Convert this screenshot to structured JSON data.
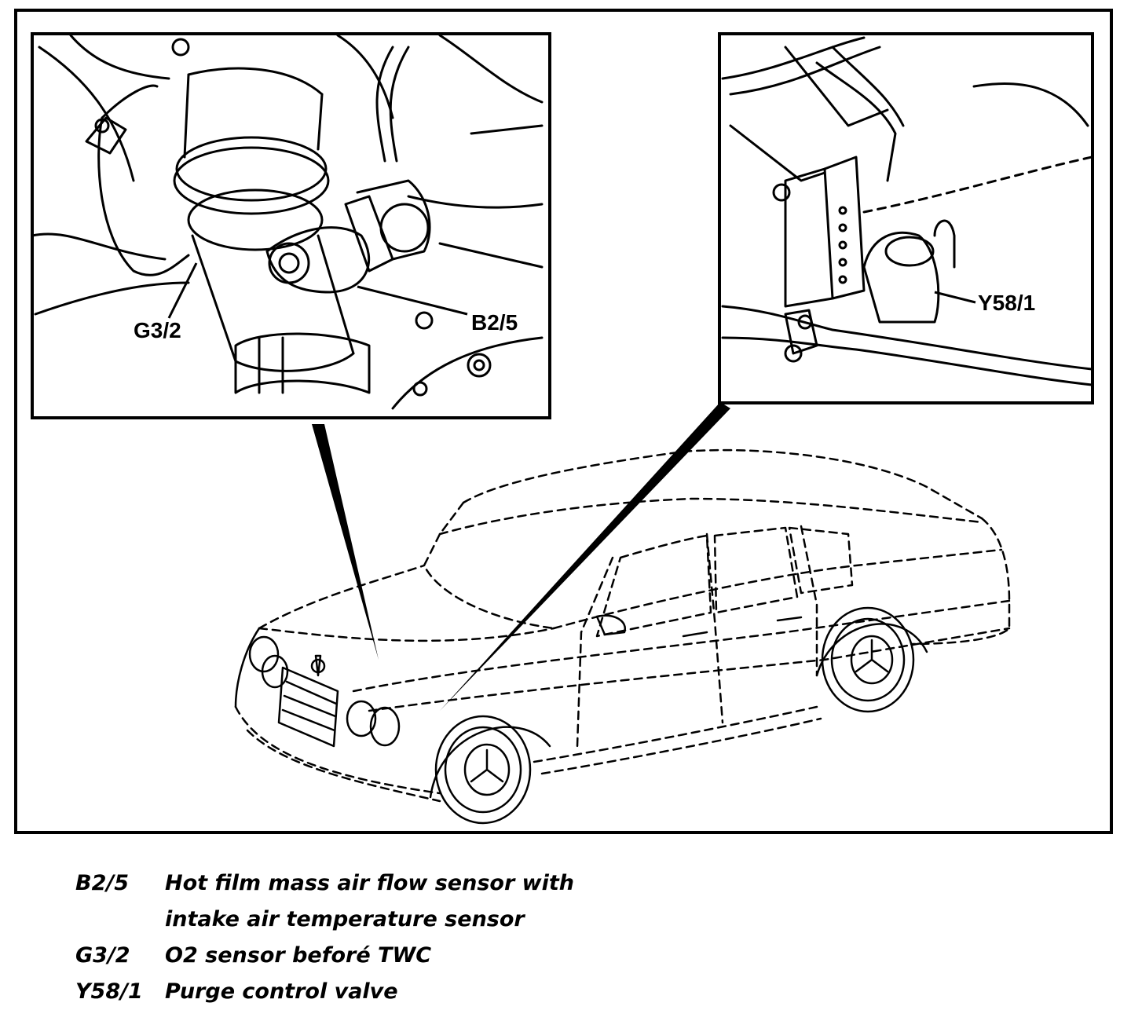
{
  "callouts": {
    "g3_2": "G3/2",
    "b2_5": "B2/5",
    "y58_1": "Y58/1"
  },
  "legend": [
    {
      "code": "B2/5",
      "lines": [
        "Hot film mass air flow sensor with",
        "intake air temperature sensor"
      ]
    },
    {
      "code": "G3/2",
      "lines": [
        "O2 sensor beforé TWC"
      ]
    },
    {
      "code": "Y58/1",
      "lines": [
        "Purge control valve"
      ]
    }
  ]
}
